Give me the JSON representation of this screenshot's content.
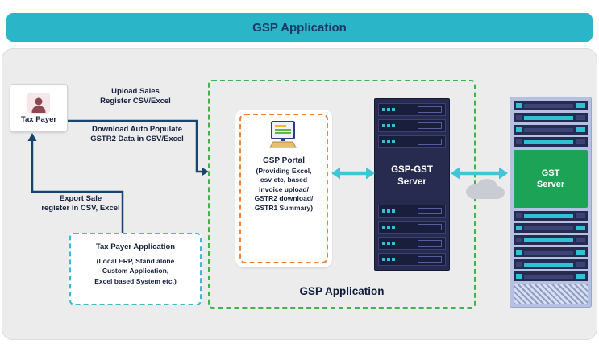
{
  "banner": {
    "title": "GSP Application"
  },
  "tax_payer": {
    "label": "Tax Payer"
  },
  "flow_labels": {
    "upload_line1": "Upload Sales",
    "upload_line2": "Register CSV/Excel",
    "download_line1": "Download Auto Populate",
    "download_line2": "GSTR2 Data in CSV/Excel",
    "export_line1": "Export Sale",
    "export_line2": "register in CSV, Excel"
  },
  "tax_payer_application": {
    "title": "Tax Payer Application",
    "desc1": "(Local ERP, Stand alone",
    "desc2": "Custom Application,",
    "desc3": "Excel based System etc.)"
  },
  "gsp_application_box": {
    "label": "GSP Application"
  },
  "gsp_portal": {
    "title": "GSP Portal",
    "desc1": "(Providing Excel,",
    "desc2": "csv etc, based",
    "desc3": "invoice upload/",
    "desc4": "GSTR2 download/",
    "desc5": "GSTR1 Summary)"
  },
  "gsp_gst_server": {
    "line1": "GSP-GST",
    "line2": "Server"
  },
  "gst_server": {
    "line1": "GST",
    "line2": "Server"
  },
  "icons": {
    "person": "person-icon",
    "computer": "computer-icon",
    "cloud": "cloud-icon"
  },
  "colors": {
    "banner_teal": "#2bb5c8",
    "title_navy": "#1f3864",
    "panel_gray": "#ececec",
    "green_dashed": "#3cb649",
    "orange_dashed": "#f08339",
    "cyan_dashed": "#35bcd4",
    "arrow_navy": "#17456e",
    "arrow_cyan": "#3cc7d9",
    "server_navy": "#262b4f",
    "server_green": "#1da355",
    "server_teal": "#2fc1d6",
    "person_maroon": "#8e4653"
  }
}
